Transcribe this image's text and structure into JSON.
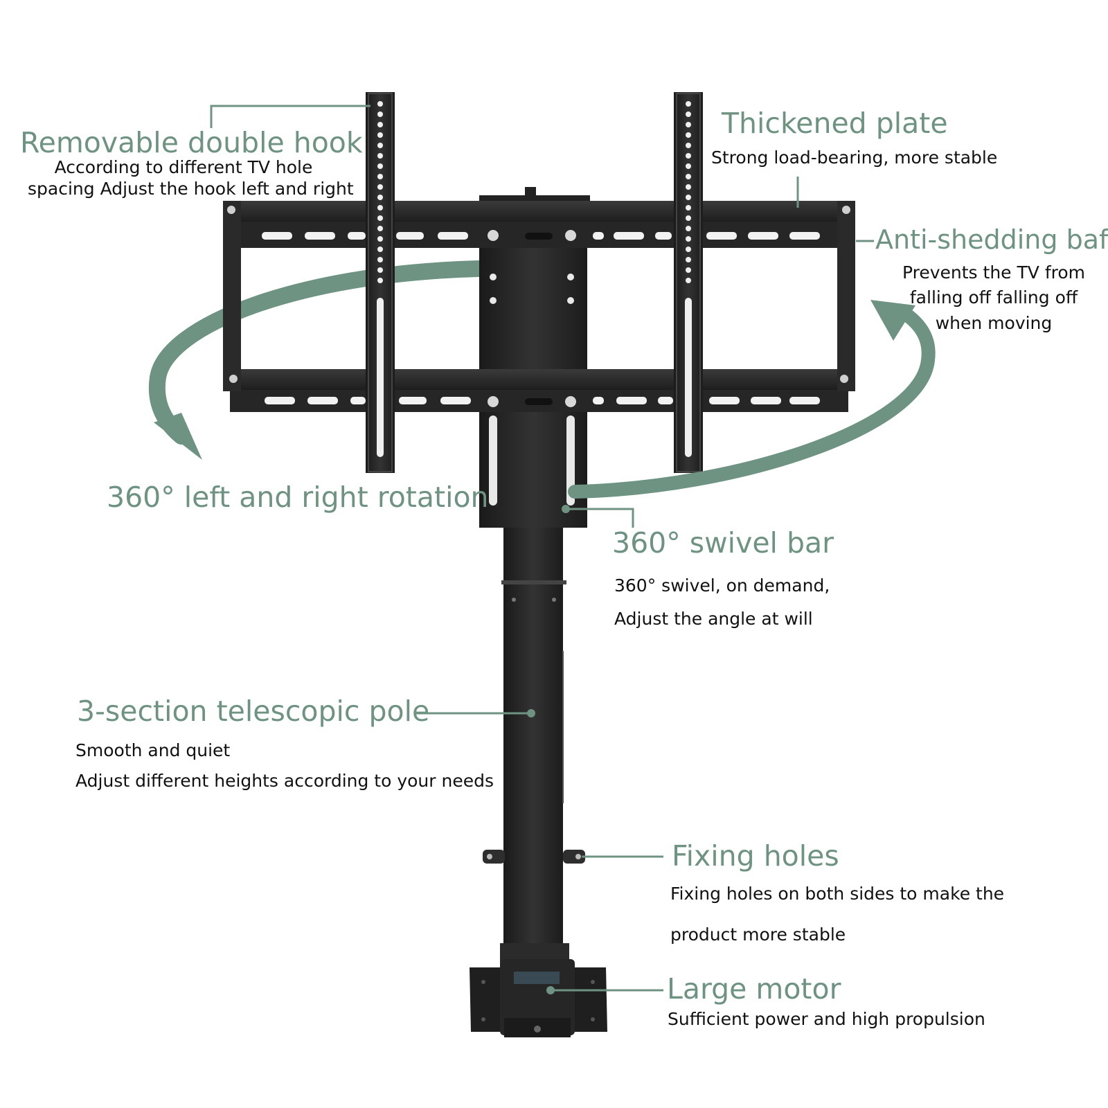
{
  "colors": {
    "accent": "#6f9383",
    "arrow": "#6f9383",
    "metal": "#2a2a2a",
    "text": "#111111",
    "background": "#ffffff"
  },
  "callouts": {
    "hook": {
      "title": "Removable double hook",
      "desc_line1": "According to different TV hole",
      "desc_line2": "spacing Adjust the hook left and right"
    },
    "plate": {
      "title": "Thickened plate",
      "desc": "Strong load-bearing, more stable"
    },
    "baffle": {
      "title": "Anti-shedding baffle",
      "desc_line1": "Prevents the TV from",
      "desc_line2": "falling off falling off",
      "desc_line3": "when moving"
    },
    "rotation": {
      "title": "360° left and right rotation"
    },
    "swivel": {
      "title": "360° swivel bar",
      "desc_line1": "360° swivel, on demand,",
      "desc_line2": "Adjust the angle at will"
    },
    "pole": {
      "title": "3-section telescopic pole",
      "desc_line1": "Smooth and quiet",
      "desc_line2": "Adjust different heights according to your needs"
    },
    "fixing": {
      "title": "Fixing holes",
      "desc_line1": "Fixing holes on both sides to make the",
      "desc_line2": "product more stable"
    },
    "motor": {
      "title": "Large motor",
      "desc": "Sufficient power and high propulsion"
    }
  }
}
